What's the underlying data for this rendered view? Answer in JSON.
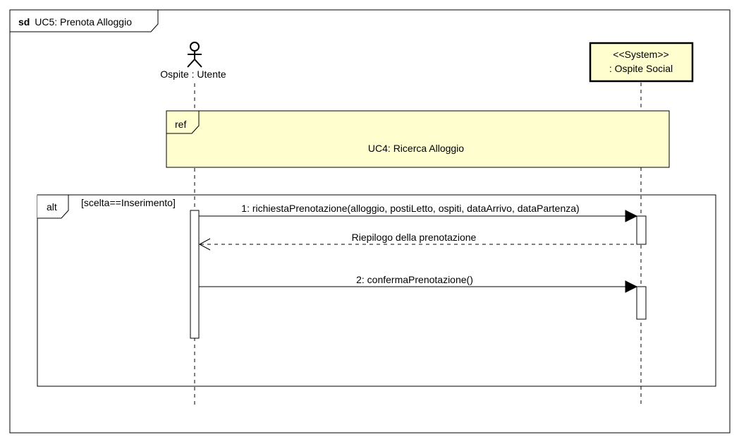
{
  "frame": {
    "keyword": "sd",
    "title": "UC5: Prenota Alloggio"
  },
  "participants": [
    {
      "kind": "actor",
      "label": "Ospite : Utente"
    },
    {
      "kind": "system",
      "stereotype": "<<System>>",
      "label": ": Ospite Social"
    }
  ],
  "ref": {
    "keyword": "ref",
    "text": "UC4: Ricerca Alloggio"
  },
  "alt": {
    "keyword": "alt",
    "guard": "[scelta==Inserimento]"
  },
  "messages": [
    {
      "text": "1: richiestaPrenotazione(alloggio, postiLetto, ospiti, dataArrivo, dataPartenza)",
      "kind": "sync"
    },
    {
      "text": "Riepilogo della prenotazione",
      "kind": "reply"
    },
    {
      "text": "2: confermaPrenotazione()",
      "kind": "sync"
    }
  ],
  "colors": {
    "line": "#000000",
    "note_fill": "#FEFECE",
    "background": "#FFFFFF"
  }
}
